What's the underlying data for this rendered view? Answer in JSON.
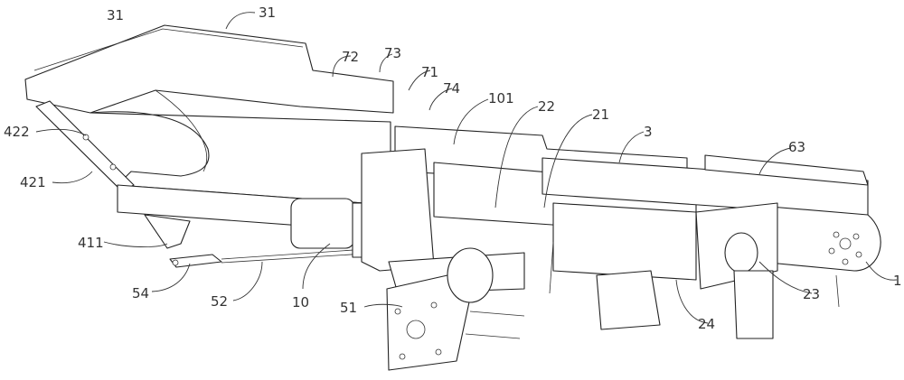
{
  "figure": {
    "type": "patent-mechanical-perspective-drawing",
    "reference_numerals": {
      "hopper_label": "31",
      "hopper_edge_label": "31",
      "part_72": "72",
      "part_73": "73",
      "part_71": "71",
      "part_74": "74",
      "part_101": "101",
      "part_22": "22",
      "part_21": "21",
      "part_3": "3",
      "part_63": "63",
      "part_422": "422",
      "part_421": "421",
      "part_411": "411",
      "part_54": "54",
      "part_52": "52",
      "part_10": "10",
      "part_51": "51",
      "part_24": "24",
      "part_23": "23",
      "part_1": "1"
    }
  }
}
